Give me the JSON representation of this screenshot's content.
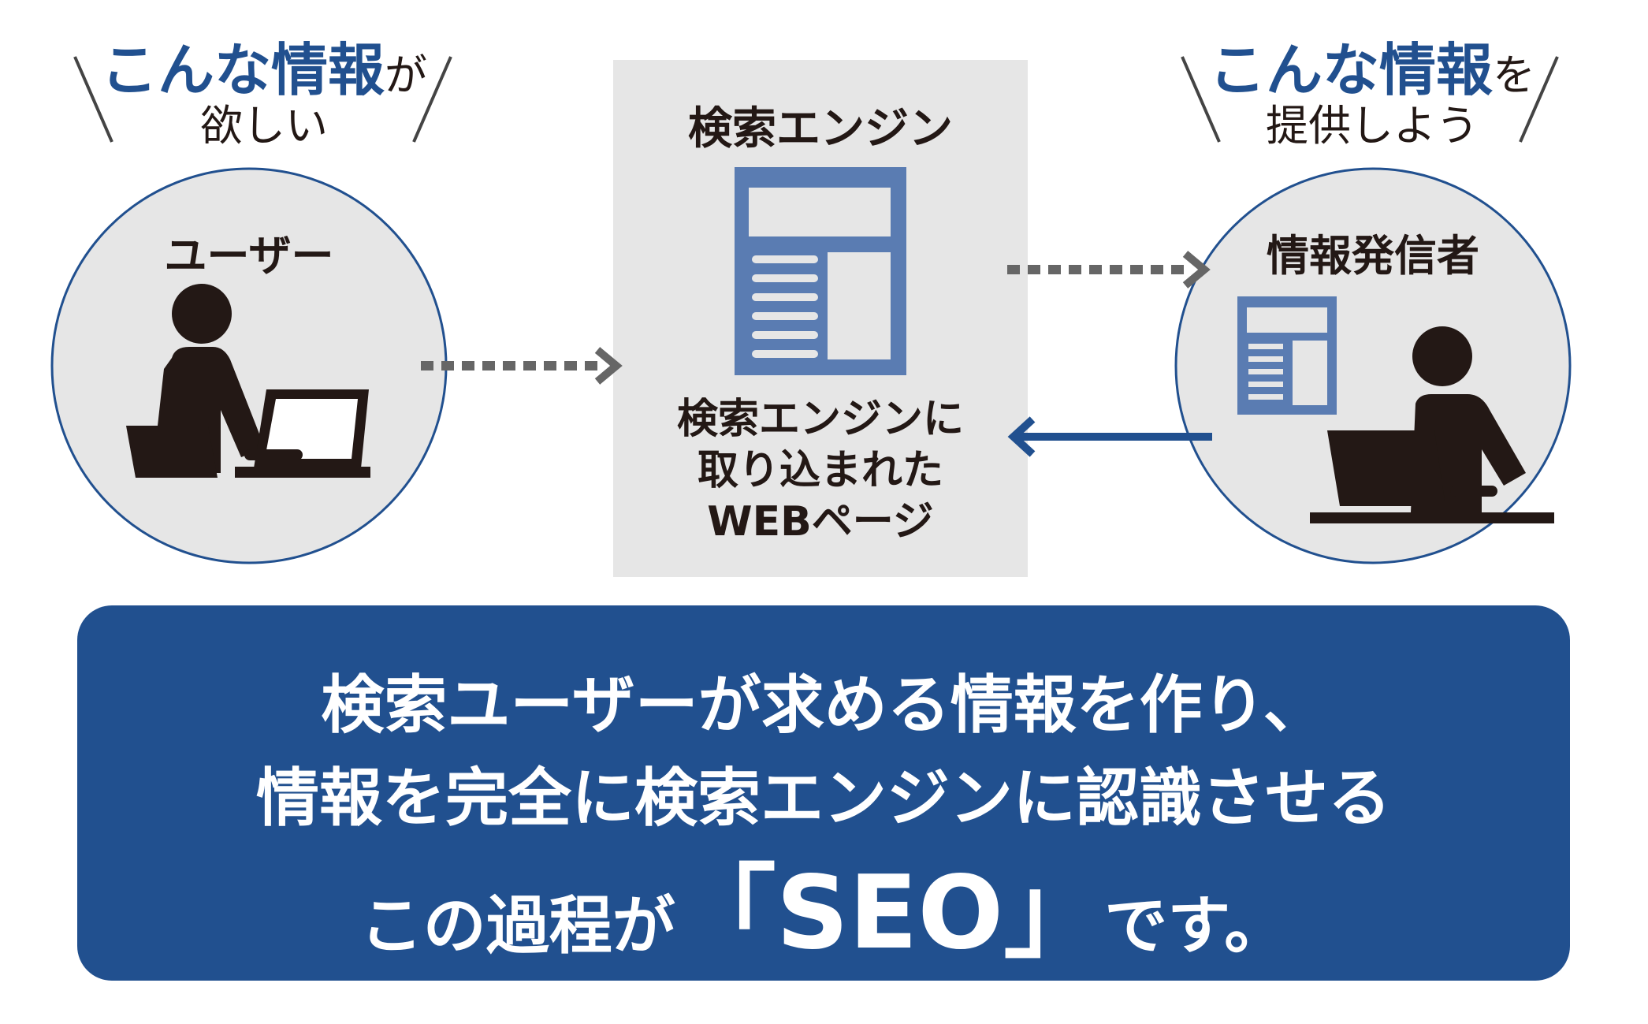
{
  "left_bubble": {
    "highlight": "こんな情報",
    "particle": "が",
    "line2": "欲しい"
  },
  "right_bubble": {
    "highlight": "こんな情報",
    "particle": "を",
    "line2": "提供しよう"
  },
  "user_label": "ユーザー",
  "publisher_label": "情報発信者",
  "engine": {
    "title": "検索エンジン",
    "caption_lines": [
      "検索エンジンに",
      "取り込まれた",
      "WEBページ"
    ]
  },
  "banner": {
    "line1": "検索ユーザーが求める情報を作り、",
    "line2": "情報を完全に検索エンジンに認識させる",
    "line3_prefix": "この過程が",
    "line3_emph": "「SEO」",
    "line3_suffix": "です。"
  },
  "colors": {
    "accent": "#21508f",
    "doc_blue": "#5a7cb2",
    "panel_gray": "#e6e6e6",
    "ink": "#231815",
    "arrow_gray": "#666666"
  },
  "icons": [
    "user-at-laptop-icon",
    "web-page-document-icon",
    "publisher-at-laptop-icon"
  ]
}
